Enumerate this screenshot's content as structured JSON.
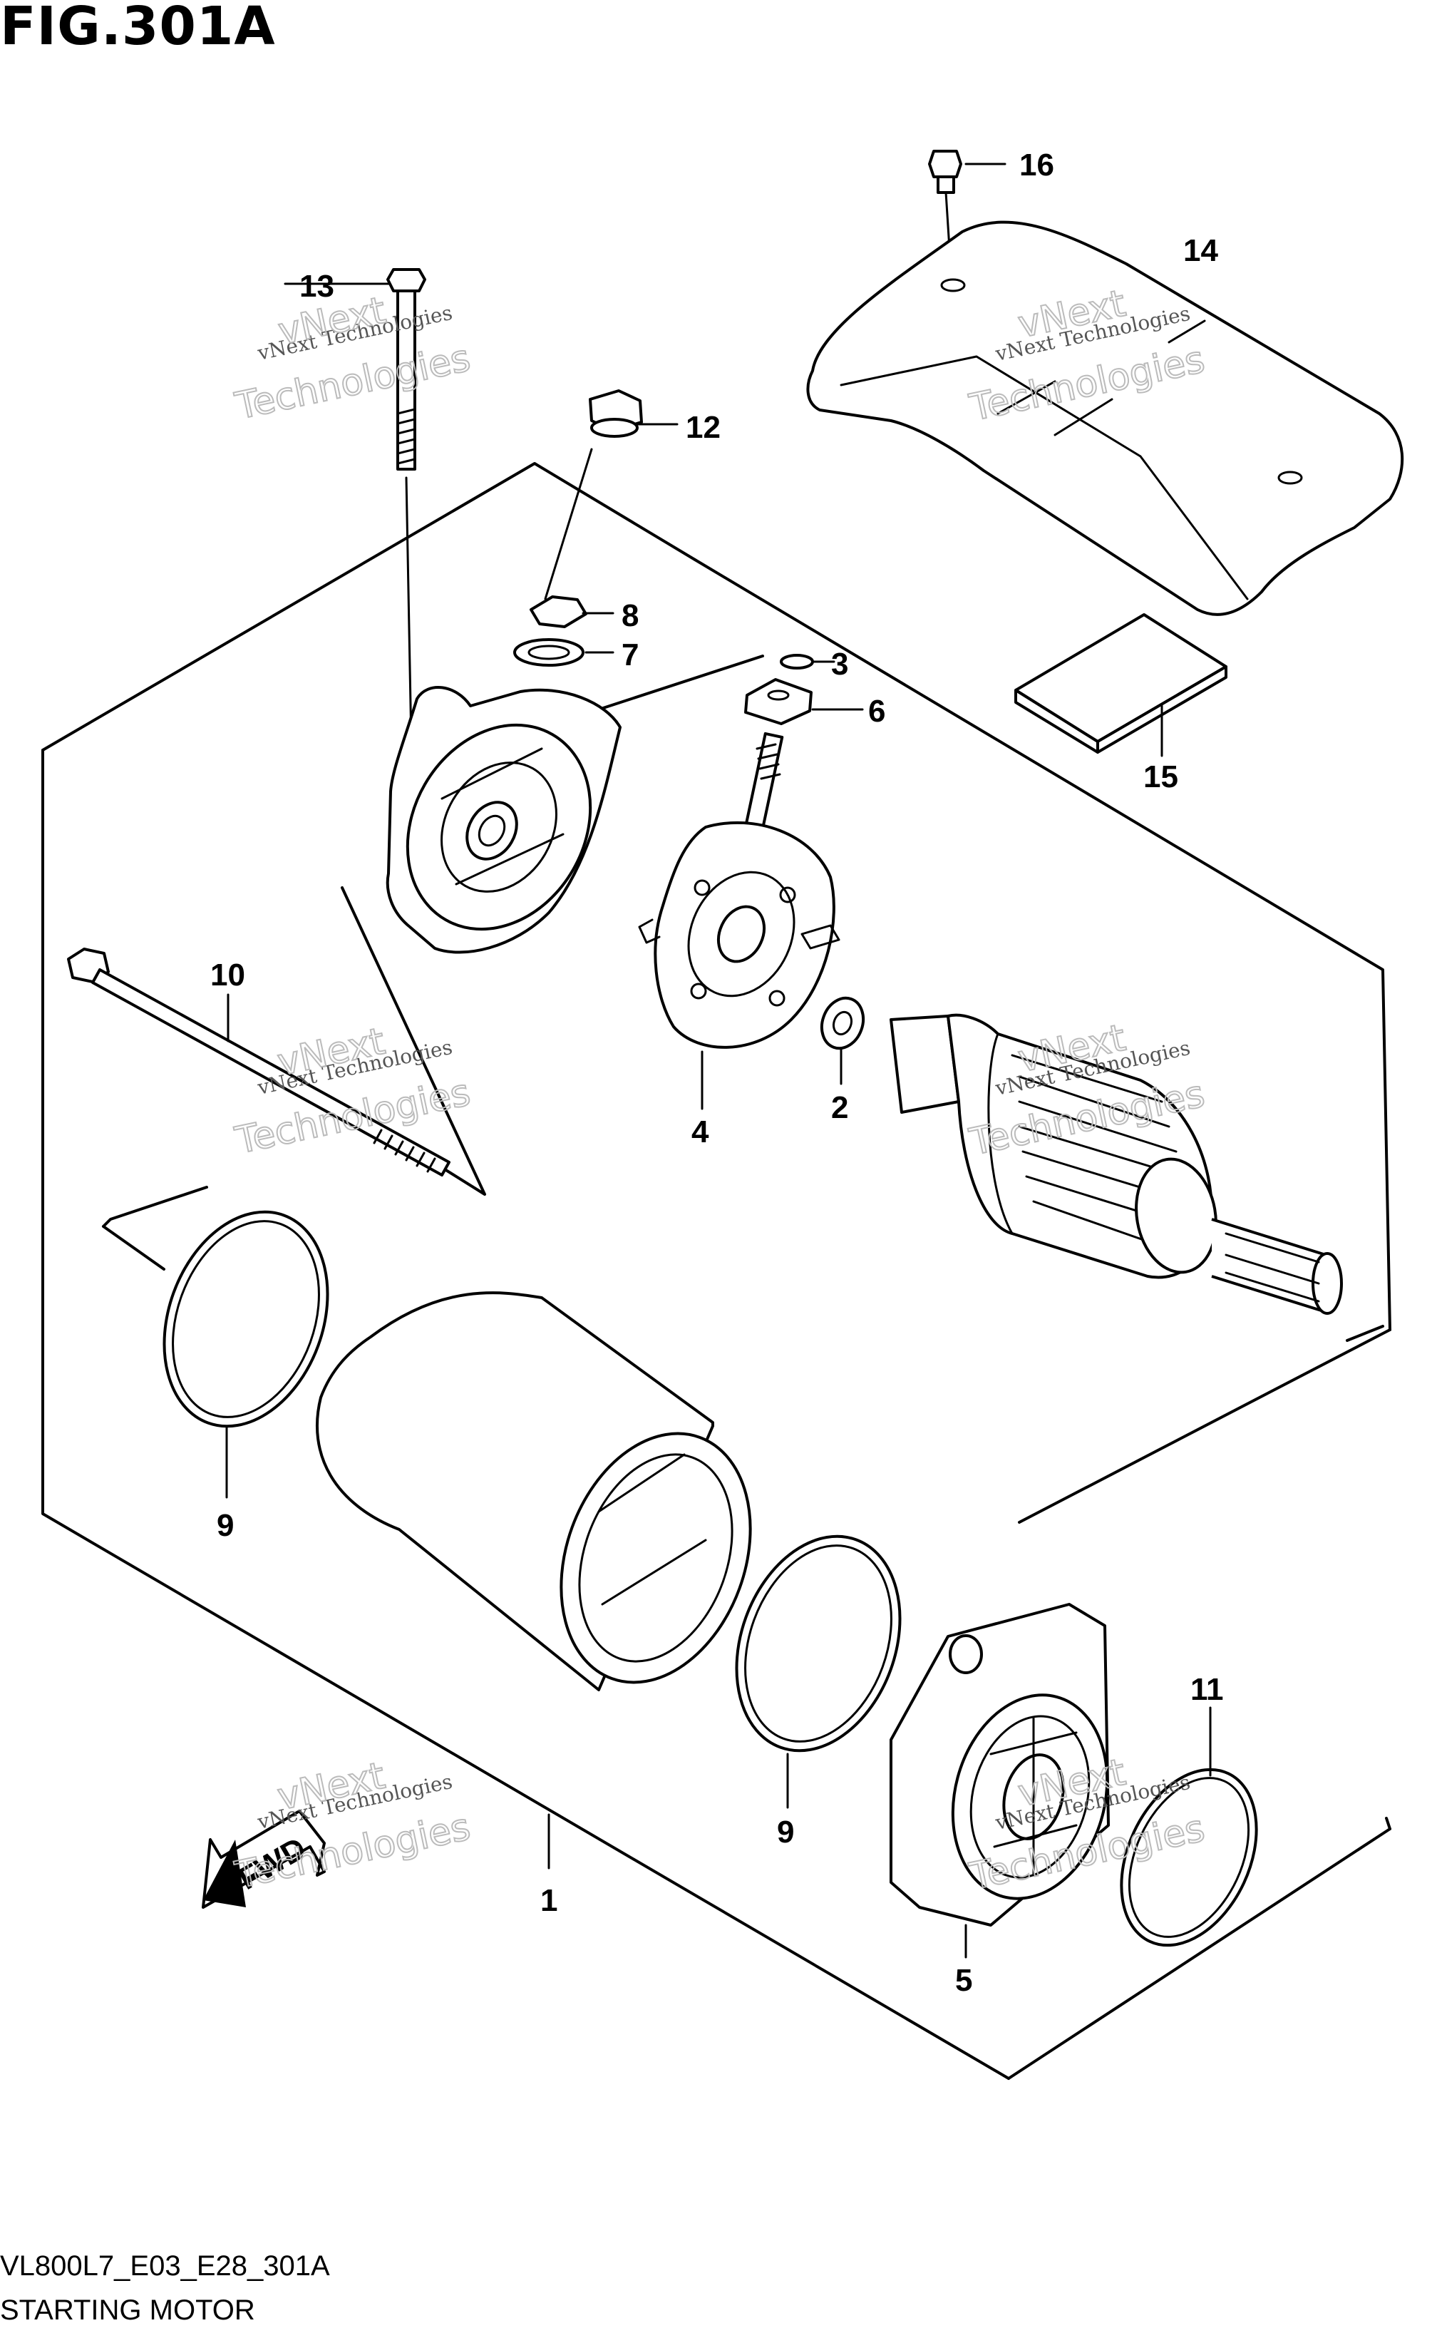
{
  "figure": {
    "title": "FIG.301A",
    "code": "VL800L7_E03_E28_301A",
    "caption": "STARTING MOTOR"
  },
  "callouts": [
    "1",
    "2",
    "3",
    "4",
    "5",
    "6",
    "7",
    "8",
    "9",
    "9",
    "10",
    "11",
    "12",
    "13",
    "14",
    "15",
    "16"
  ],
  "watermark": {
    "line1": "vNext Technologies",
    "line2": "vNext",
    "line3": "Technologies"
  },
  "fwd_label": "FWD"
}
